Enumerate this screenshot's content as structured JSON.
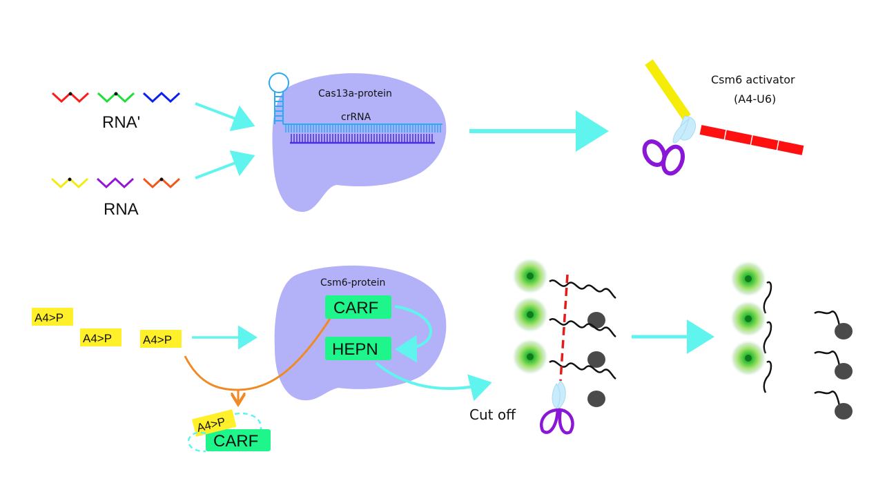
{
  "labels": {
    "rna_prime": "RNA'",
    "rna": "RNA",
    "cas13a": "Cas13a-protein",
    "crrna": "crRNA",
    "csm6_activator_line1": "Csm6 activator",
    "csm6_activator_line2": "(A4-U6)",
    "csm6_protein": "Csm6-protein",
    "carf": "CARF",
    "hepn": "HEPN",
    "a4p": "A4>P",
    "cut_off": "Cut off"
  },
  "colors": {
    "protein_blob": "#b3b2f9",
    "arrow_cyan": "#5ff5ee",
    "arrow_orange": "#f08a24",
    "tag_yellow": "#fff02a",
    "domain_green": "#1ef58a",
    "scissor_purple": "#8a17d6",
    "scissor_blade": "#c8ecfb",
    "activator_yellow": "#f5ec08",
    "activator_red": "#ff1010",
    "crrna_blue": "#2aa9f5",
    "target_strand": "#4b2bdc",
    "cut_line": "#e21b1b",
    "fluorophore": "#3fb23f",
    "quencher": "#4a4a4a"
  },
  "rna_prime_strands": [
    "#ff1a1a",
    "#1edf3a",
    "#0a1ff2"
  ],
  "rna_strands": [
    "#f5ea12",
    "#9616d8",
    "#f2561a"
  ]
}
